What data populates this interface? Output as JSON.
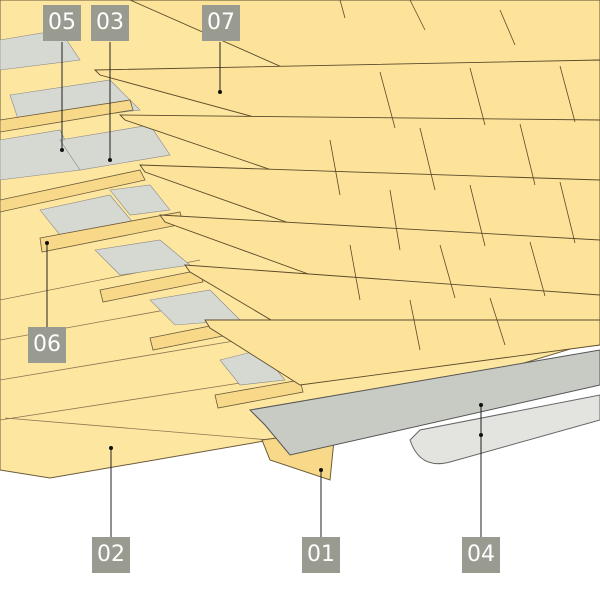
{
  "title": "Roof construction exploded view",
  "colors": {
    "wood": "#fde6a0",
    "wood_edge": "#f4c86a",
    "membrane": "#d6d8d2",
    "label_bg": "#9a9b90",
    "label_text": "#ffffff",
    "gutter": "#b9bbb5"
  },
  "labels": [
    {
      "id": "05",
      "text": "05"
    },
    {
      "id": "03",
      "text": "03"
    },
    {
      "id": "07",
      "text": "07"
    },
    {
      "id": "06",
      "text": "06"
    },
    {
      "id": "02",
      "text": "02"
    },
    {
      "id": "01",
      "text": "01"
    },
    {
      "id": "04",
      "text": "04"
    }
  ]
}
